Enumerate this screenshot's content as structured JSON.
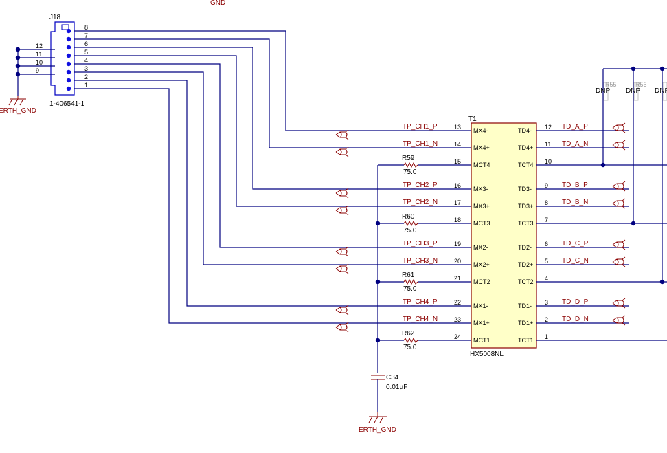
{
  "nets": {
    "gnd_top": "GND",
    "erth_left": "ERTH_GND",
    "erth_bottom": "ERTH_GND"
  },
  "connector": {
    "ref": "J18",
    "part": "1-406541-1",
    "pins_right": [
      "8",
      "7",
      "6",
      "5",
      "4",
      "3",
      "2",
      "1"
    ],
    "pins_left": [
      "12",
      "11",
      "10",
      "9"
    ]
  },
  "transformer": {
    "ref": "T1",
    "part": "HX5008NL",
    "left_pins": [
      {
        "num": "13",
        "name": "MX4-",
        "net": "TP_CH1_P"
      },
      {
        "num": "14",
        "name": "MX4+",
        "net": "TP_CH1_N"
      },
      {
        "num": "15",
        "name": "MCT4",
        "net": ""
      },
      {
        "num": "16",
        "name": "MX3-",
        "net": "TP_CH2_P"
      },
      {
        "num": "17",
        "name": "MX3+",
        "net": "TP_CH2_N"
      },
      {
        "num": "18",
        "name": "MCT3",
        "net": ""
      },
      {
        "num": "19",
        "name": "MX2-",
        "net": "TP_CH3_P"
      },
      {
        "num": "20",
        "name": "MX2+",
        "net": "TP_CH3_N"
      },
      {
        "num": "21",
        "name": "MCT2",
        "net": ""
      },
      {
        "num": "22",
        "name": "MX1-",
        "net": "TP_CH4_P"
      },
      {
        "num": "23",
        "name": "MX1+",
        "net": "TP_CH4_N"
      },
      {
        "num": "24",
        "name": "MCT1",
        "net": ""
      }
    ],
    "right_pins": [
      {
        "num": "12",
        "name": "TD4-",
        "net": "TD_A_P"
      },
      {
        "num": "11",
        "name": "TD4+",
        "net": "TD_A_N"
      },
      {
        "num": "10",
        "name": "TCT4",
        "net": ""
      },
      {
        "num": "9",
        "name": "TD3-",
        "net": "TD_B_P"
      },
      {
        "num": "8",
        "name": "TD3+",
        "net": "TD_B_N"
      },
      {
        "num": "7",
        "name": "TCT3",
        "net": ""
      },
      {
        "num": "6",
        "name": "TD2-",
        "net": "TD_C_P"
      },
      {
        "num": "5",
        "name": "TD2+",
        "net": "TD_C_N"
      },
      {
        "num": "4",
        "name": "TCT2",
        "net": ""
      },
      {
        "num": "3",
        "name": "TD1-",
        "net": "TD_D_P"
      },
      {
        "num": "2",
        "name": "TD1+",
        "net": "TD_D_N"
      },
      {
        "num": "1",
        "name": "TCT1",
        "net": ""
      }
    ]
  },
  "resistors": [
    {
      "ref": "R59",
      "value": "75.0"
    },
    {
      "ref": "R60",
      "value": "75.0"
    },
    {
      "ref": "R61",
      "value": "75.0"
    },
    {
      "ref": "R62",
      "value": "75.0"
    }
  ],
  "capacitor": {
    "ref": "C34",
    "value": "0.01µF"
  },
  "dnp_parts": [
    {
      "ref": "R55",
      "label": "DNP"
    },
    {
      "ref": "R56",
      "label": "DNP"
    },
    {
      "ref": "",
      "label": "DNP"
    }
  ],
  "colors": {
    "wire": "#000080",
    "net_label": "#8b0000",
    "pin_dot": "#1010e0",
    "transformer_fill": "#ffffc8"
  }
}
